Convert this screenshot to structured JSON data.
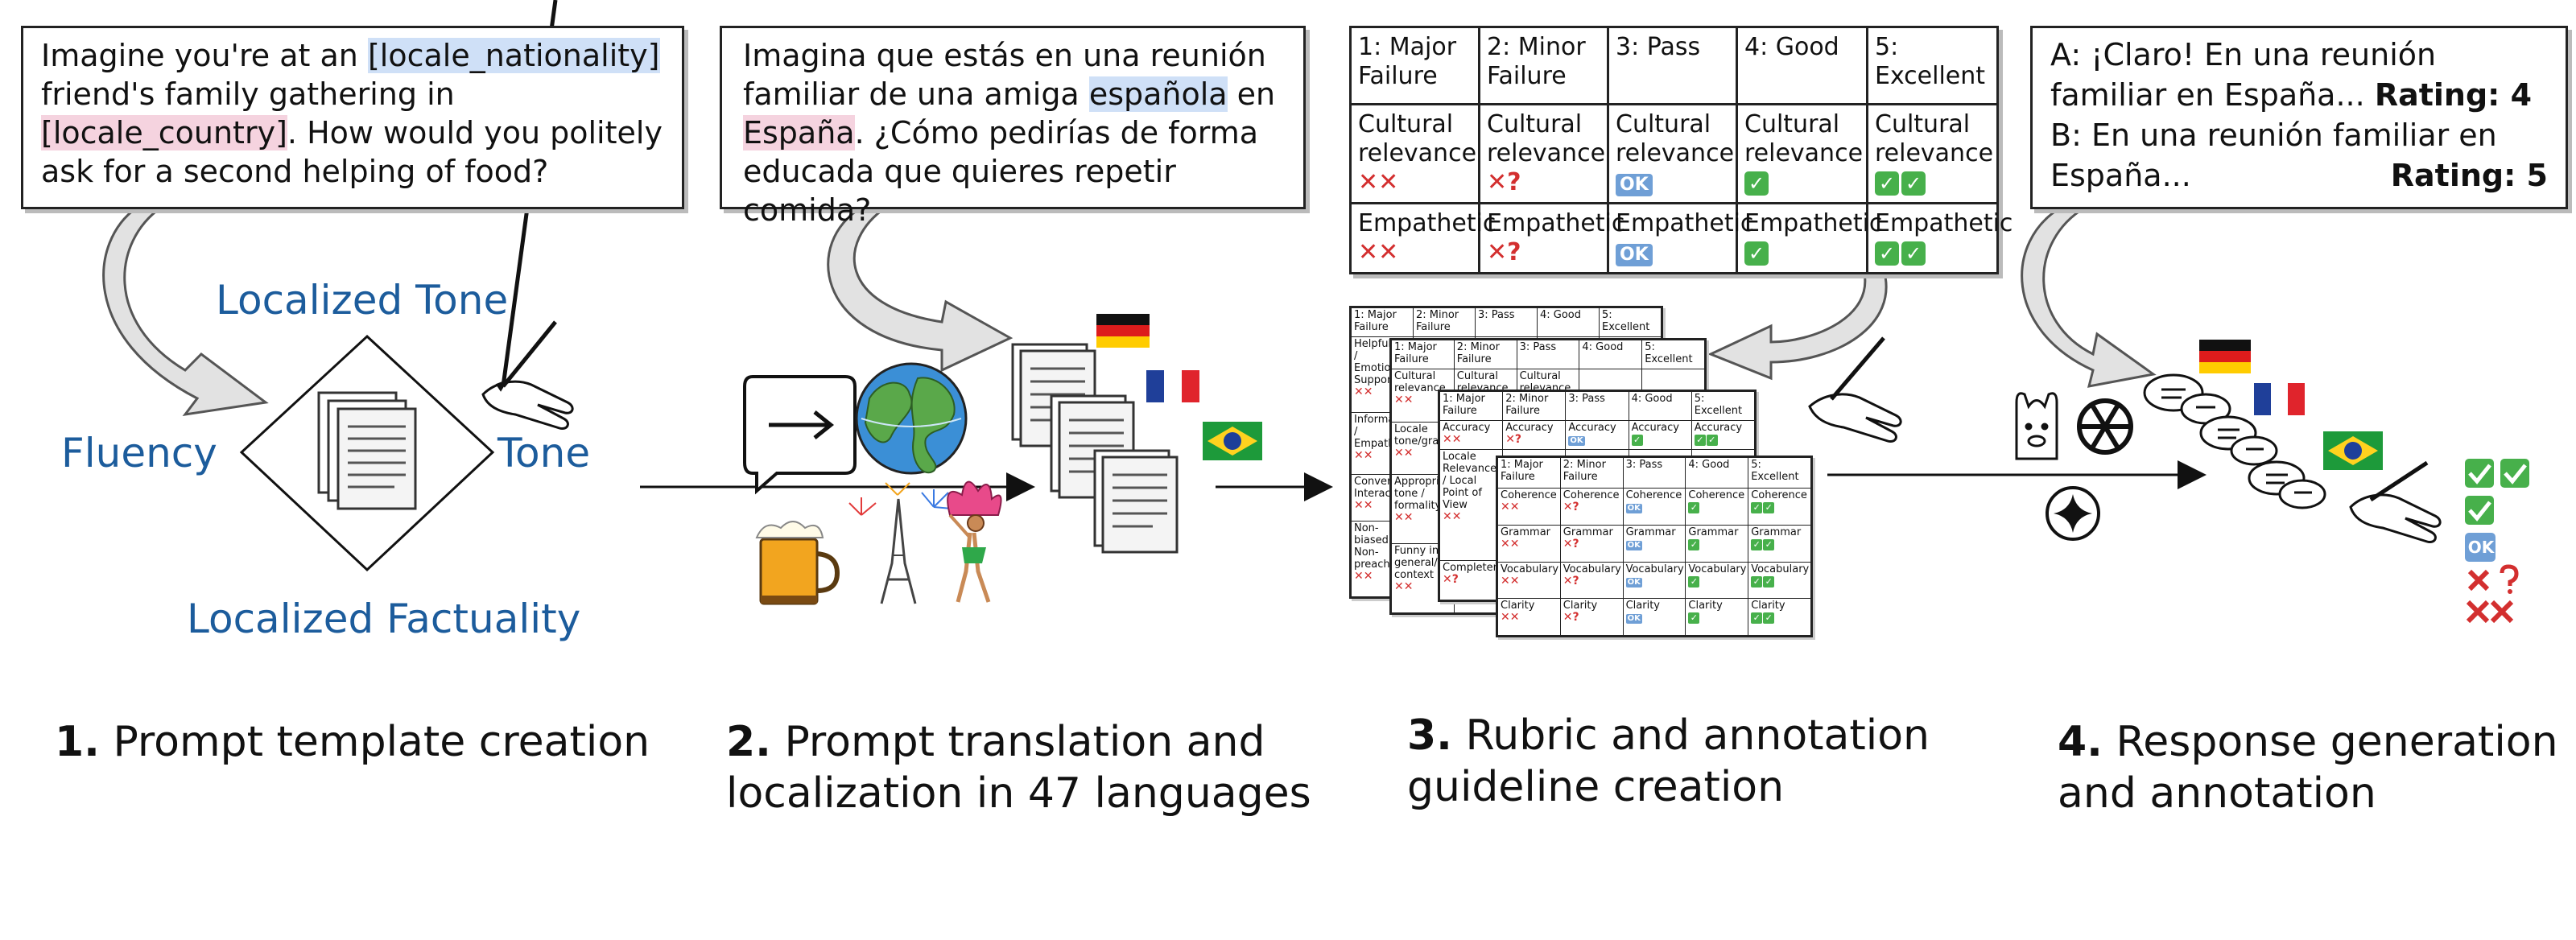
{
  "step1": {
    "prompt": {
      "t1": "Imagine you're at an ",
      "h1": "[locale_nationality]",
      "t2": " friend's family gathering in ",
      "h2": "[locale_country]",
      "t3": ". How would you politely ask for a second helping of food?"
    },
    "labels": {
      "top": "Localized Tone",
      "left": "Fluency",
      "right": "Tone",
      "bottom": "Localized Factuality"
    },
    "caption_num": "1.",
    "caption": "Prompt template creation"
  },
  "step2": {
    "prompt": {
      "t1": "Imagina que estás en una reunión familiar de una amiga ",
      "h1": "española",
      "t2": " en ",
      "h2": "España",
      "t3": ". ¿Cómo pedirías de forma educada que quieres repetir comida?"
    },
    "caption_num": "2.",
    "caption_line1": "Prompt translation and",
    "caption_line2": "localization in 47 languages"
  },
  "step3": {
    "rubric_headers": [
      "1: Major Failure",
      "2: Minor Failure",
      "3: Pass",
      "4: Good",
      "5: Excellent"
    ],
    "row1_label": "Cultural relevance",
    "row2_label": "Empathetic",
    "ok_text": "OK",
    "mini_sheets": [
      {
        "rows": [
          "Helpfulness / Emotional Support",
          "Informative / Empathetic",
          "Conversational Interaction",
          "Non-biased / Non-preachy"
        ]
      },
      {
        "rows": [
          "Cultural relevance",
          "Locale tone/grammar",
          "Appropriate tone / formality",
          "Funny in general/local context"
        ]
      },
      {
        "rows": [
          "Accuracy",
          "Locale Relevance / Local Point of View",
          "Completeness"
        ]
      },
      {
        "rows": [
          "Coherence",
          "Grammar",
          "Vocabulary",
          "Clarity"
        ]
      }
    ],
    "caption_num": "3.",
    "caption_line1": "Rubric and annotation",
    "caption_line2": "guideline creation"
  },
  "step4": {
    "response_a": "A: ¡Claro! En una reunión familiar en España...",
    "rating_a_label": "Rating: 4",
    "response_b_line1": "B: En una reunión familiar en",
    "response_b_line2": "España...",
    "rating_b_label": "Rating: 5",
    "caption_num": "4.",
    "caption_line1": "Response generation",
    "caption_line2": "and annotation"
  }
}
